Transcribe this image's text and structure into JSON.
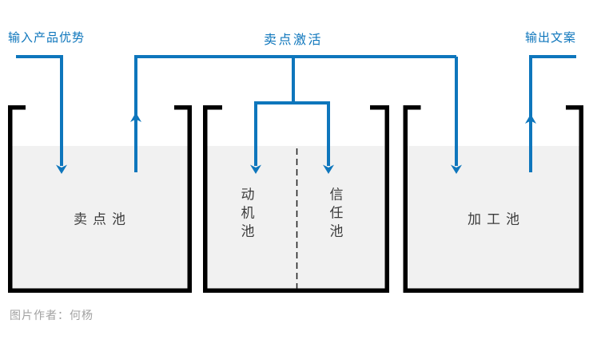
{
  "colors": {
    "accent_blue": "#0e76bc",
    "wall_black": "#000000",
    "water_gray": "#f1f1f1",
    "pool_label": "#3c3c3c",
    "footer_gray": "#a2a2a2",
    "background": "#ffffff"
  },
  "labels": {
    "input": "输入产品优势",
    "activation": "卖点激活",
    "output": "输出文案"
  },
  "pools": {
    "pool1": {
      "label": "卖点池"
    },
    "pool2": {
      "left_label": "动机池",
      "right_label": "信任池"
    },
    "pool3": {
      "label": "加工池"
    }
  },
  "footer": {
    "credit": "图片作者：何杨"
  }
}
